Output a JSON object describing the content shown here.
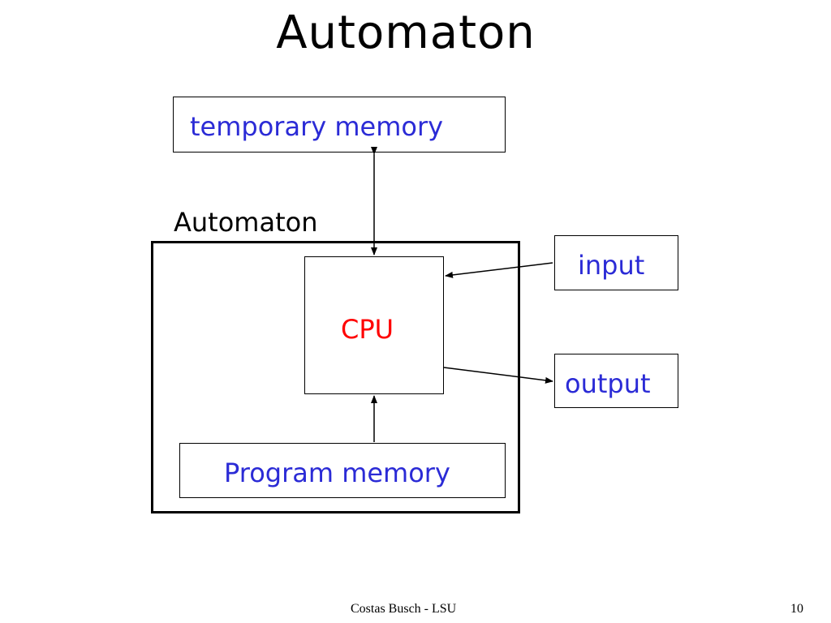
{
  "title": "Automaton",
  "diagram": {
    "temporary_memory": {
      "label": "temporary memory"
    },
    "automaton_label": "Automaton",
    "cpu": {
      "label": "CPU"
    },
    "input": {
      "label": "input"
    },
    "output": {
      "label": "output"
    },
    "program_memory": {
      "label": "Program memory"
    }
  },
  "colors": {
    "memory_text": "#2b2bd6",
    "cpu_text": "#ff0000",
    "line": "#000000"
  },
  "footer": {
    "author": "Costas Busch - LSU",
    "page_number": "10"
  }
}
